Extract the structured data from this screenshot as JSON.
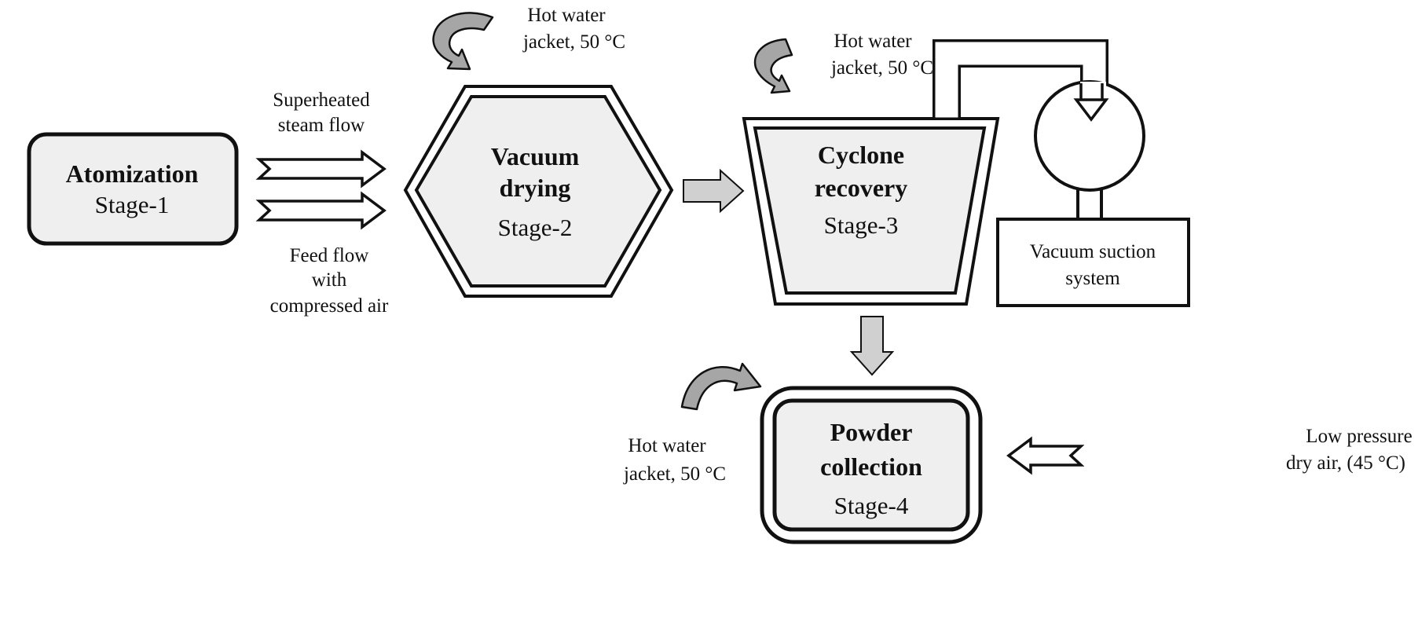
{
  "stage1": {
    "title": "Atomization",
    "stage": "Stage-1"
  },
  "stage2": {
    "title_line1": "Vacuum",
    "title_line2": "drying",
    "stage": "Stage-2"
  },
  "stage3": {
    "title_line1": "Cyclone",
    "title_line2": "recovery",
    "stage": "Stage-3"
  },
  "stage4": {
    "title_line1": "Powder",
    "title_line2": "collection",
    "stage": "Stage-4"
  },
  "inputs": {
    "steam_line1": "Superheated",
    "steam_line2": "steam flow",
    "feed_line1": "Feed flow",
    "feed_line2": "with",
    "feed_line3": "compressed air"
  },
  "jackets": {
    "stage2_line1": "Hot water",
    "stage2_line2": "jacket, 50 °C",
    "stage3_line1": "Hot water",
    "stage3_line2": "jacket, 50 °C",
    "stage4_line1": "Hot water",
    "stage4_line2": "jacket, 50 °C"
  },
  "vacuum": {
    "line1": "Vacuum suction",
    "line2": "system"
  },
  "dry_air": {
    "line1": "Low pressure",
    "line2": "dry air, (45 °C)"
  },
  "colors": {
    "stroke": "#111111",
    "fill_light": "#efefef",
    "arrow_gray": "#d0d0d0",
    "curved_gray": "#a6a6a6"
  }
}
